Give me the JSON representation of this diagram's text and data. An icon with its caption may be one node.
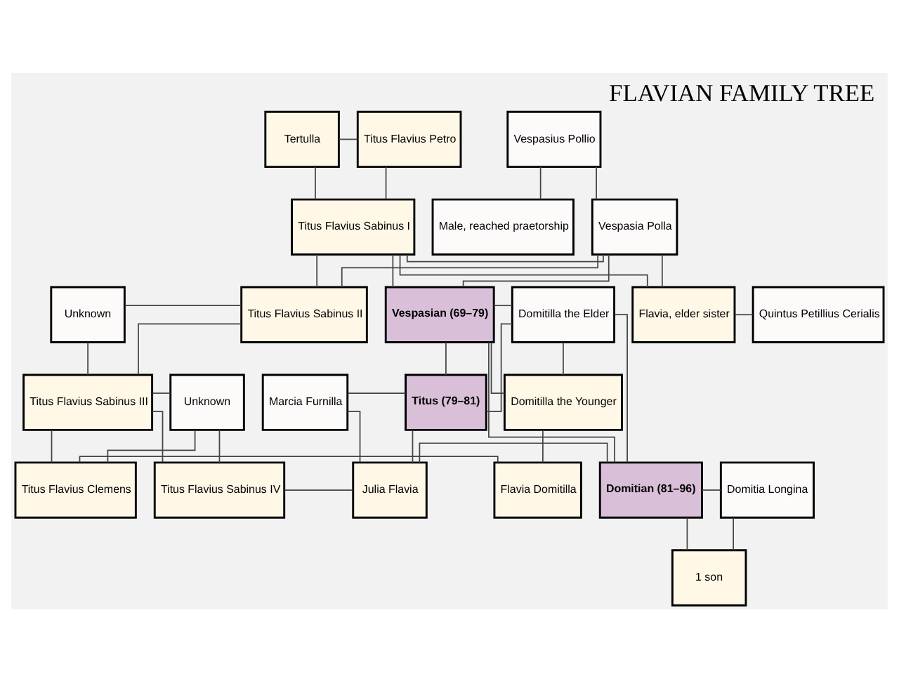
{
  "diagram": {
    "title": "FLAVIAN FAMILY TREE",
    "nodes": [
      {
        "text": [
          "Titus Flavius Petro"
        ]
      },
      {
        "text": [
          "Tertulla"
        ]
      },
      {
        "text": [
          "Vespasius Pollio"
        ]
      },
      {
        "text": [
          "Titus Flavius Sabinus I"
        ]
      },
      {
        "text": [
          "Vespasia Polla"
        ]
      },
      {
        "text": [
          "Male, reached praetorship"
        ]
      },
      {
        "text": [
          "Unknown"
        ]
      },
      {
        "text": [
          "Titus Flavius Sabinus II"
        ]
      },
      {
        "text": [
          "Vespasian (69–79)"
        ]
      },
      {
        "text": [
          "Domitilla the Elder"
        ]
      },
      {
        "text": [
          "Flavia, elder sister"
        ]
      },
      {
        "text": [
          "Quintus Petillius Cerialis"
        ]
      },
      {
        "text": [
          "Titus Flavius Sabinus III"
        ]
      },
      {
        "text": [
          "Unknown"
        ]
      },
      {
        "text": [
          "Domitilla the Younger"
        ]
      },
      {
        "text": [
          "Titus (79–81)"
        ]
      },
      {
        "text": [
          "Marcia Furnilla"
        ]
      },
      {
        "text": [
          "Titus Flavius Sabinus IV"
        ]
      },
      {
        "text": [
          "Titus Flavius Clemens"
        ]
      },
      {
        "text": [
          "Flavia Domitilla"
        ]
      },
      {
        "text": [
          "Julia Flavia"
        ]
      },
      {
        "text": [
          "Domitian (81–96)"
        ]
      },
      {
        "text": [
          "Domitia Longina"
        ]
      },
      {
        "text": [
          "1 son"
        ]
      }
    ],
    "edges": [
      {
        "from": 0,
        "to": 1,
        "arrow": "none"
      },
      {
        "from": 0,
        "to": 3,
        "arrow": "none"
      },
      {
        "from": 1,
        "to": 3,
        "arrow": "none"
      },
      {
        "from": 2,
        "to": 4,
        "arrow": "none"
      },
      {
        "from": 2,
        "to": 5,
        "arrow": "none"
      },
      {
        "from": 3,
        "to": 4,
        "arrow": "none"
      },
      {
        "from": 3,
        "to": 7,
        "arrow": "none"
      },
      {
        "from": 4,
        "to": 7,
        "arrow": "none"
      },
      {
        "from": 3,
        "to": 8,
        "arrow": "none"
      },
      {
        "from": 4,
        "to": 8,
        "arrow": "none"
      },
      {
        "from": 3,
        "to": 10,
        "arrow": "none"
      },
      {
        "from": 4,
        "to": 10,
        "arrow": "none"
      },
      {
        "from": 6,
        "to": 7,
        "arrow": "none"
      },
      {
        "from": 6,
        "to": 12,
        "arrow": "none"
      },
      {
        "from": 7,
        "to": 12,
        "arrow": "none"
      },
      {
        "from": 8,
        "to": 9,
        "arrow": "none"
      },
      {
        "from": 8,
        "to": 14,
        "arrow": "none"
      },
      {
        "from": 9,
        "to": 14,
        "arrow": "none"
      },
      {
        "from": 8,
        "to": 15,
        "arrow": "none"
      },
      {
        "from": 9,
        "to": 15,
        "arrow": "none"
      },
      {
        "from": 8,
        "to": 21,
        "arrow": "none"
      },
      {
        "from": 9,
        "to": 21,
        "arrow": "none"
      },
      {
        "from": 10,
        "to": 11,
        "arrow": "none"
      },
      {
        "from": 12,
        "to": 13,
        "arrow": "none"
      },
      {
        "from": 12,
        "to": 17,
        "arrow": "none"
      },
      {
        "from": 13,
        "to": 17,
        "arrow": "none"
      },
      {
        "from": 12,
        "to": 18,
        "arrow": "none"
      },
      {
        "from": 13,
        "to": 18,
        "arrow": "none"
      },
      {
        "from": 14,
        "to": 19,
        "arrow": "none"
      },
      {
        "from": 18,
        "to": 19,
        "arrow": "none"
      },
      {
        "from": 15,
        "to": 16,
        "arrow": "none"
      },
      {
        "from": 15,
        "to": 20,
        "arrow": "none"
      },
      {
        "from": 16,
        "to": 20,
        "arrow": "none"
      },
      {
        "from": 17,
        "to": 20,
        "arrow": "none"
      },
      {
        "from": 20,
        "to": 21,
        "arrow": "none"
      },
      {
        "from": 21,
        "to": 22,
        "arrow": "none"
      },
      {
        "from": 21,
        "to": 23,
        "arrow": "none"
      },
      {
        "from": 22,
        "to": 23,
        "arrow": "none"
      }
    ]
  }
}
